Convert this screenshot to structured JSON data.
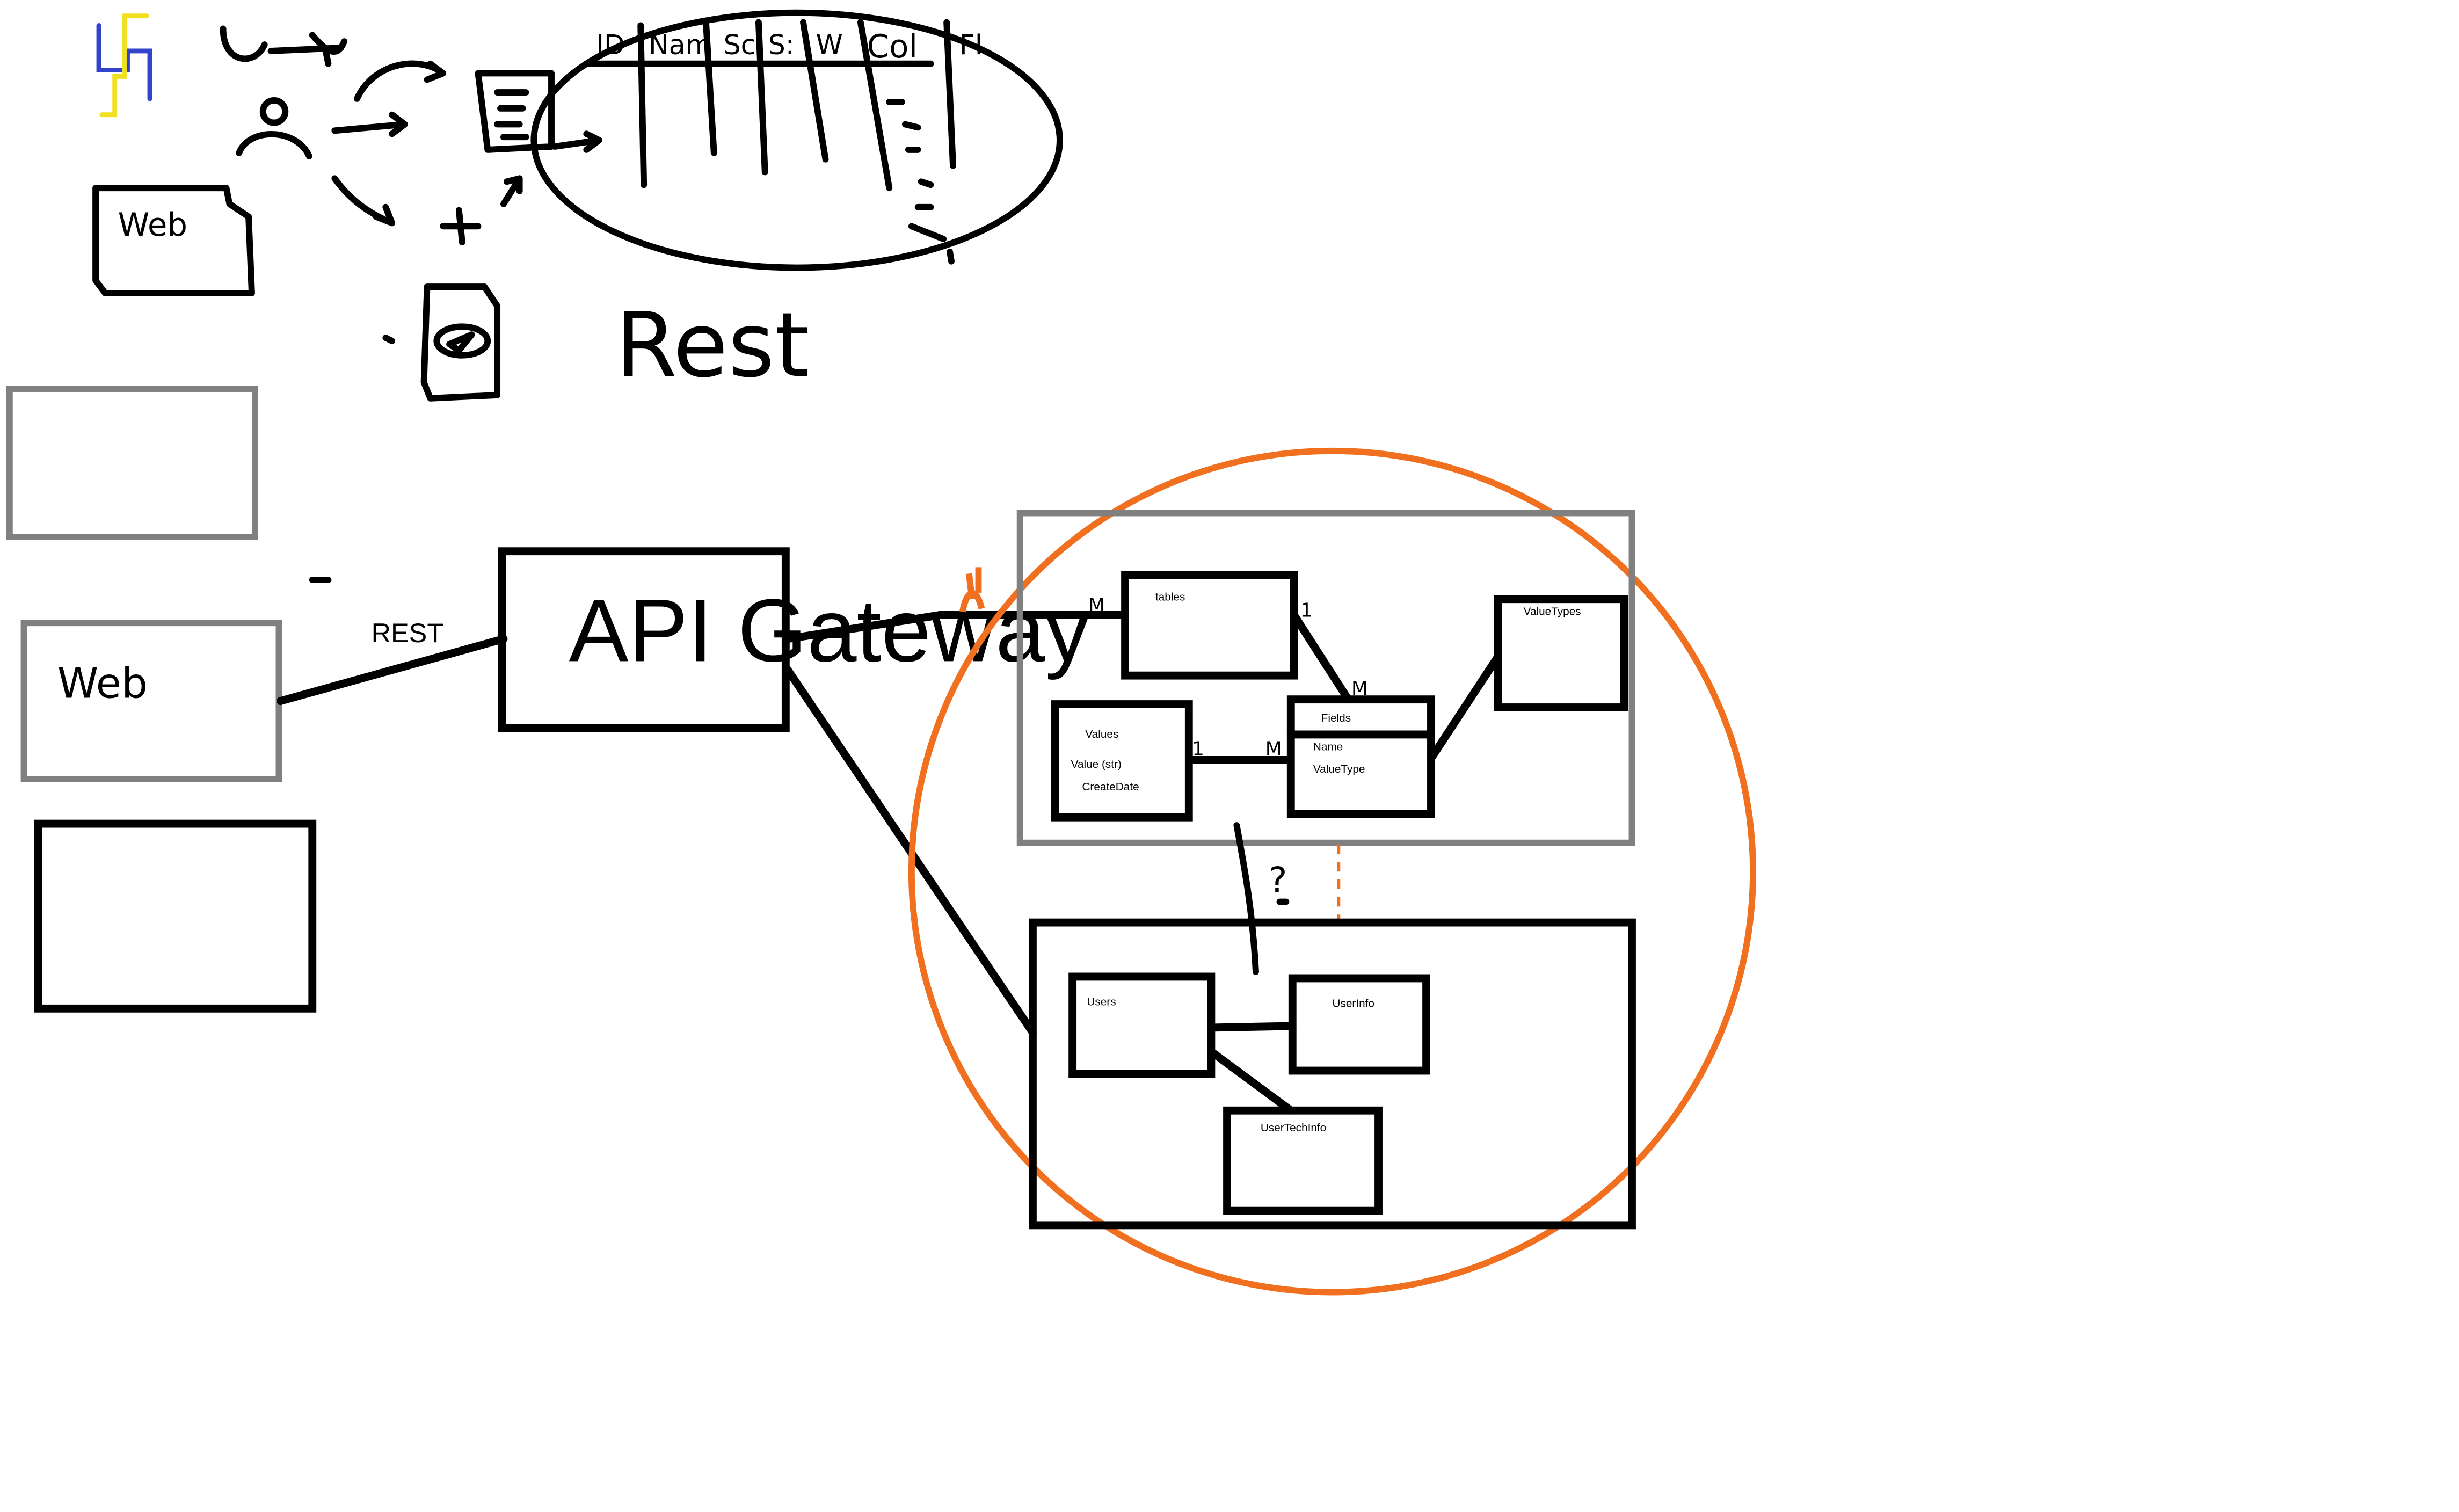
{
  "sketch": {
    "table_headers": [
      "ID",
      "Nam",
      "Sc",
      "S:",
      "W",
      "Col",
      "Fl"
    ],
    "web_note": "Web",
    "rest_note": "Rest"
  },
  "diagram": {
    "rest_label": "REST",
    "web_box_label": "Web",
    "gateway_label": "API Gateway",
    "tables_entity": "tables",
    "value_types_entity": "ValueTypes",
    "values_entity": {
      "title": "Values",
      "fields": [
        "Value (str)",
        "CreateDate"
      ]
    },
    "fields_entity": {
      "title": "Fields",
      "fields": [
        "Name",
        "ValueType"
      ]
    },
    "users_entity": "Users",
    "user_info_entity": "UserInfo",
    "user_tech_info_entity": "UserTechInfo",
    "cardinalities": {
      "gateway_to_tables": "M",
      "tables_to_fields_one": "1",
      "tables_to_fields_many": "M",
      "values_to_fields_one": "1",
      "values_to_fields_many": "M"
    },
    "question_mark": "?"
  },
  "colors": {
    "accent_orange": "#f07020",
    "ink": "#000000",
    "frame_grey": "#808080",
    "logo_blue": "#3344cc",
    "logo_yellow": "#f0e020"
  }
}
